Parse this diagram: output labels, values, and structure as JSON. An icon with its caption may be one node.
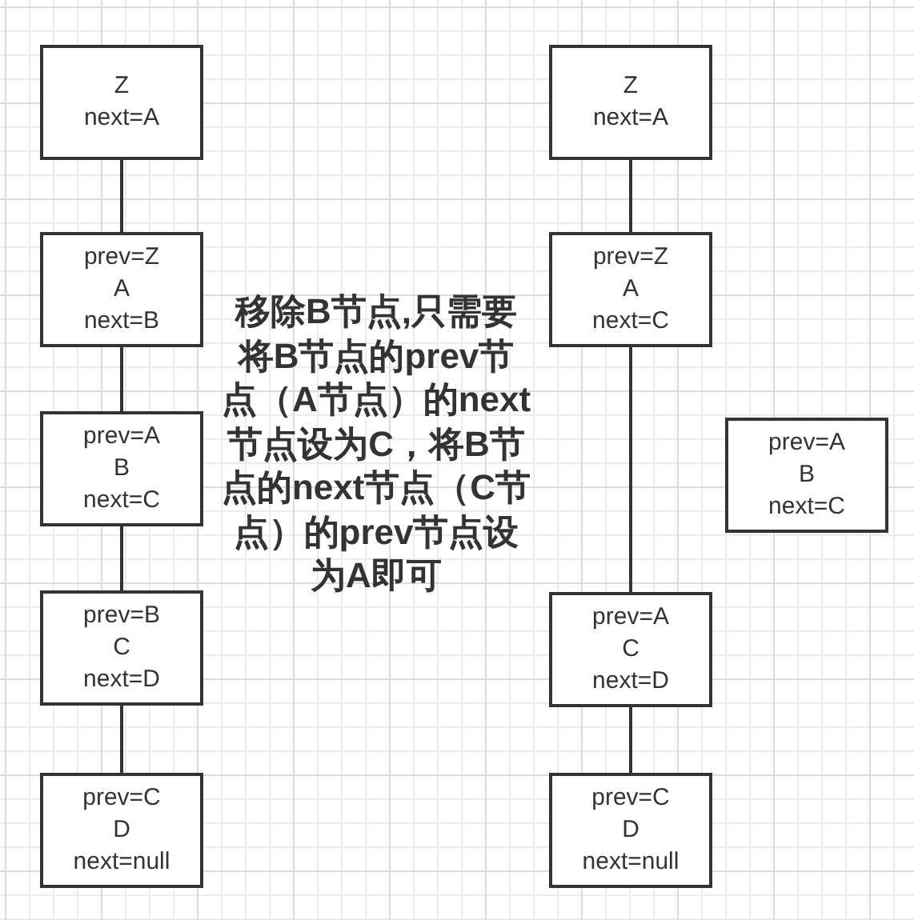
{
  "diagram": {
    "nodes": [
      {
        "text": [
          "Z",
          "next=A"
        ]
      },
      {
        "text": [
          "prev=Z",
          "A",
          "next=B"
        ]
      },
      {
        "text": [
          "prev=A",
          "B",
          "next=C"
        ]
      },
      {
        "text": [
          "prev=B",
          "C",
          "next=D"
        ]
      },
      {
        "text": [
          "prev=C",
          "D",
          "next=null"
        ]
      },
      {
        "text": [
          "Z",
          "next=A"
        ]
      },
      {
        "text": [
          "prev=Z",
          "A",
          "next=C"
        ]
      },
      {
        "text": [
          "prev=A",
          "C",
          "next=D"
        ]
      },
      {
        "text": [
          "prev=C",
          "D",
          "next=null"
        ]
      },
      {
        "text": [
          "prev=A",
          "B",
          "next=C"
        ]
      }
    ],
    "edges": [
      {
        "from": 0,
        "to": 1,
        "arrow": "none"
      },
      {
        "from": 1,
        "to": 2,
        "arrow": "none"
      },
      {
        "from": 2,
        "to": 3,
        "arrow": "none"
      },
      {
        "from": 3,
        "to": 4,
        "arrow": "none"
      },
      {
        "from": 5,
        "to": 6,
        "arrow": "none"
      },
      {
        "from": 6,
        "to": 7,
        "arrow": "none"
      },
      {
        "from": 7,
        "to": 8,
        "arrow": "none"
      }
    ],
    "labels": [
      "移除B节点,只需要将B节点的prev节点（A节点）的next节点设为C，将B节点的next节点（C节点）的prev节点设为A即可"
    ]
  }
}
